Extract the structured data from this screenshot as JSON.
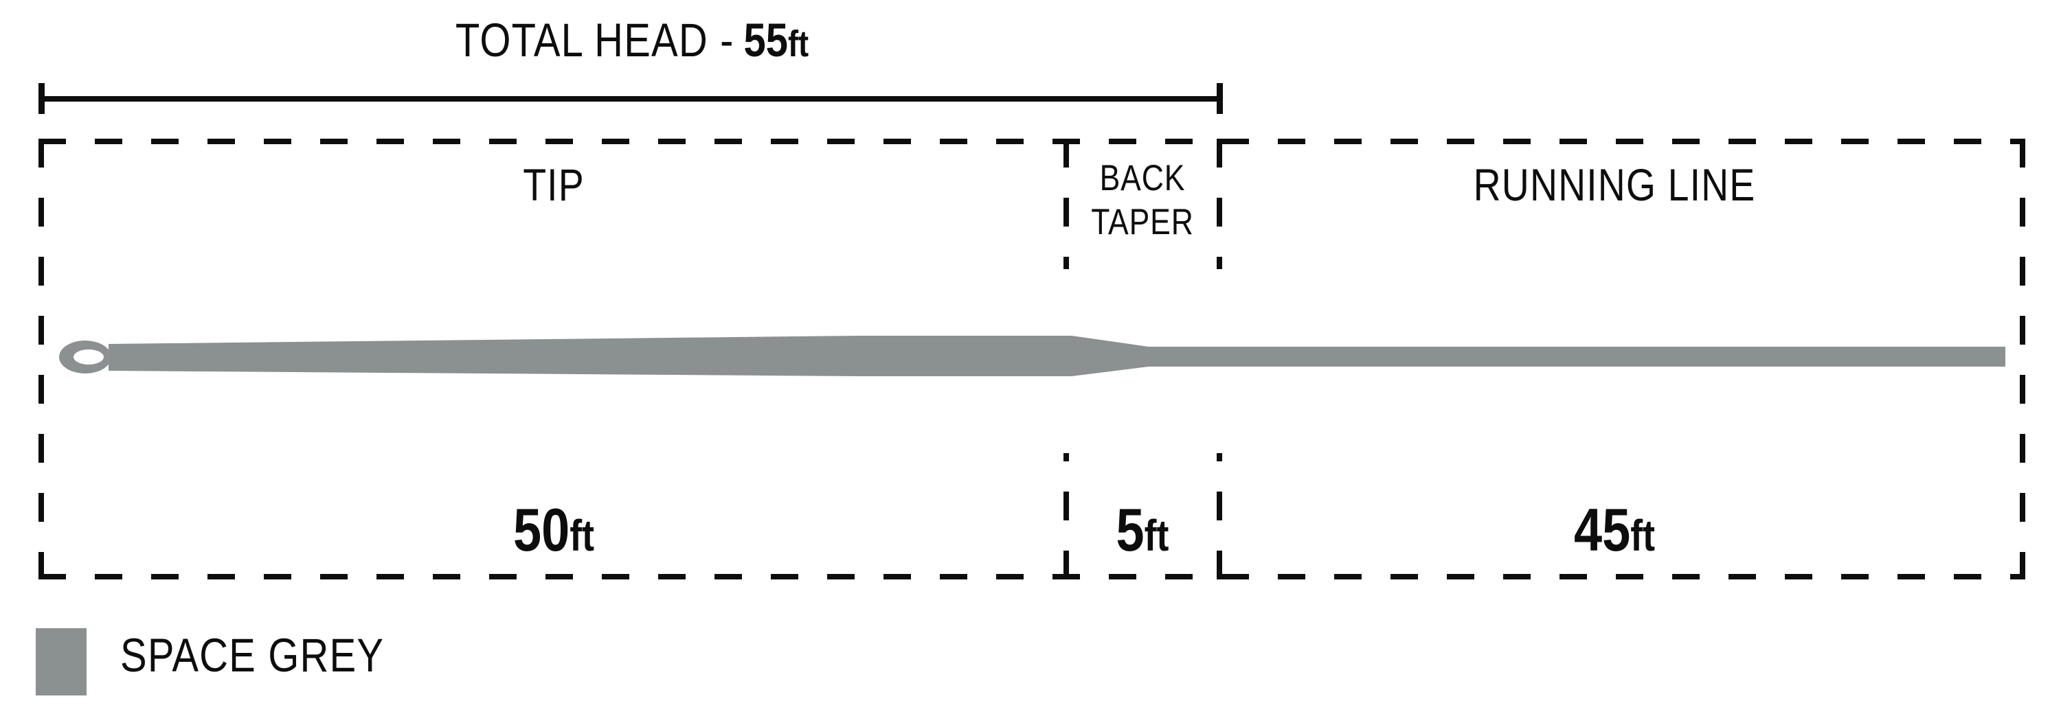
{
  "diagram": {
    "title": {
      "prefix": "TOTAL HEAD -",
      "value": "55",
      "unit": "ft"
    },
    "sections": [
      {
        "label": "TIP",
        "length": "50",
        "unit": "ft"
      },
      {
        "label_line1": "BACK",
        "label_line2": "TAPER",
        "length": "5",
        "unit": "ft"
      },
      {
        "label": "RUNNING LINE",
        "length": "45",
        "unit": "ft"
      }
    ],
    "line": {
      "color_name": "SPACE GREY",
      "color_hex": "#8B9190"
    },
    "colors": {
      "ink": "#0D0D0D",
      "background": "#FFFFFF"
    }
  }
}
